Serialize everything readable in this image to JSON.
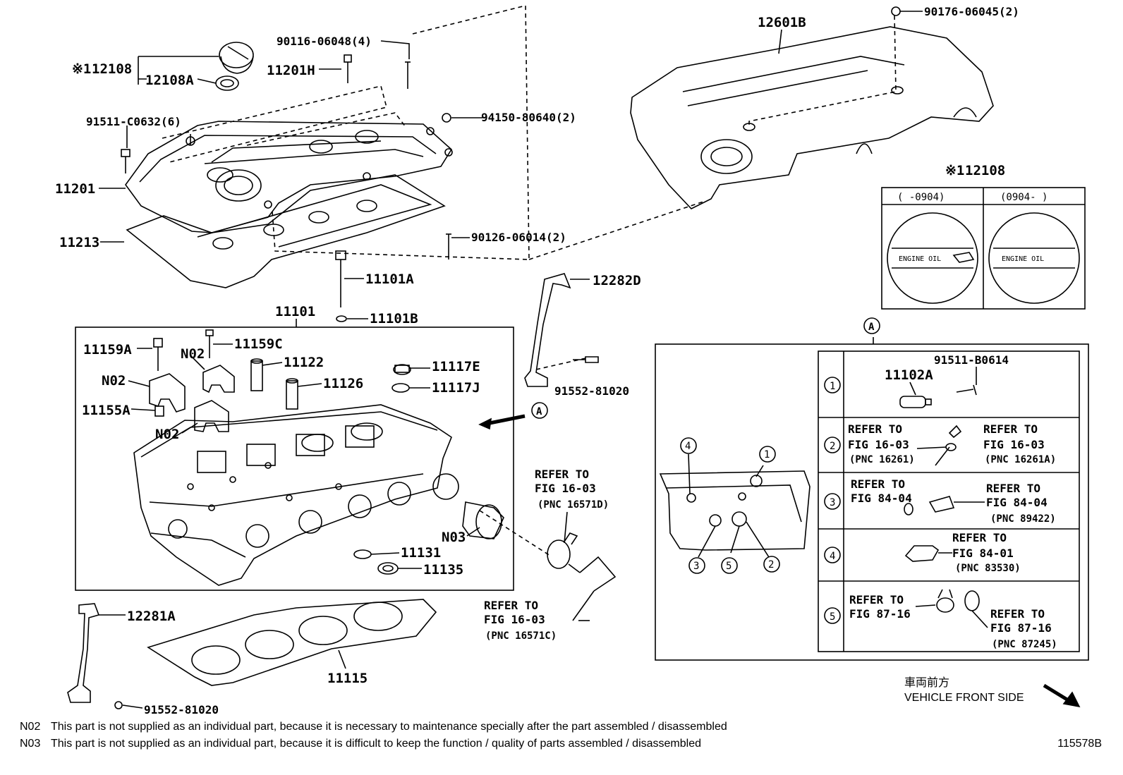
{
  "labels": {
    "p12108_mark": "※1",
    "p12108": "12108",
    "p12108A": "12108A",
    "p90116": "90116-06048(4)",
    "p11201H": "11201H",
    "p91511C": "91511-C0632(6)",
    "p94150": "94150-80640(2)",
    "p11201": "11201",
    "p11213": "11213",
    "p90126": "90126-06014(2)",
    "p11101A": "11101A",
    "p11101B": "11101B",
    "p11101": "11101",
    "p12601B": "12601B",
    "p90176": "90176-06045(2)",
    "p12282D": "12282D",
    "p91552a": "91552-81020",
    "p11159A": "11159A",
    "p11159C": "11159C",
    "p11122": "11122",
    "p11126": "11126",
    "p11117E": "11117E",
    "p11117J": "11117J",
    "p11155A": "11155A",
    "n02a": "N02",
    "n02b": "N02",
    "n02c": "N02",
    "n03": "N03",
    "p11131": "11131",
    "p11135": "11135",
    "p12281A": "12281A",
    "p11115": "11115",
    "p91552b": "91552-81020",
    "callout_A": "A"
  },
  "refer_left": {
    "r1_line1": "REFER TO",
    "r1_line2": "FIG 16-03",
    "r1_line3": "(PNC 16571D)",
    "r2_line1": "REFER TO",
    "r2_line2": "FIG 16-03",
    "r2_line3": "(PNC 16571C)"
  },
  "cap_box": {
    "title_mark": "※1",
    "title": "12108",
    "col1": "(    -0904)",
    "col2": "(0904-     )",
    "cap_text": "ENGINE OIL"
  },
  "detail_A": {
    "label": "A",
    "rows": [
      {
        "num": "1",
        "part": "11102A",
        "bolt": "91511-B0614"
      },
      {
        "num": "2",
        "l1": "REFER TO",
        "l2": "FIG 16-03",
        "l3": "(PNC 16261)",
        "r1": "REFER TO",
        "r2": "FIG 16-03",
        "r3": "(PNC 16261A)"
      },
      {
        "num": "3",
        "l1": "REFER TO",
        "l2": "FIG 84-04",
        "r1": "REFER TO",
        "r2": "FIG 84-04",
        "r3": "(PNC 89422)"
      },
      {
        "num": "4",
        "r1": "REFER TO",
        "r2": "FIG 84-01",
        "r3": "(PNC 83530)"
      },
      {
        "num": "5",
        "l1": "REFER TO",
        "l2": "FIG 87-16",
        "r1": "REFER TO",
        "r2": "FIG 87-16",
        "r3": "(PNC 87245)"
      }
    ],
    "block_nums": [
      "4",
      "1",
      "3",
      "5",
      "2"
    ]
  },
  "vehicle_front": {
    "jp": "車両前方",
    "en": "VEHICLE FRONT SIDE"
  },
  "notes": [
    {
      "code": "N02",
      "text": "This part is not supplied as an individual part, because it is necessary to maintenance specially after the part assembled / disassembled"
    },
    {
      "code": "N03",
      "text": "This part is not supplied as an individual part, because it is difficult to keep the function / quality of parts  assembled / disassembled"
    }
  ],
  "figure_number": "115578B"
}
